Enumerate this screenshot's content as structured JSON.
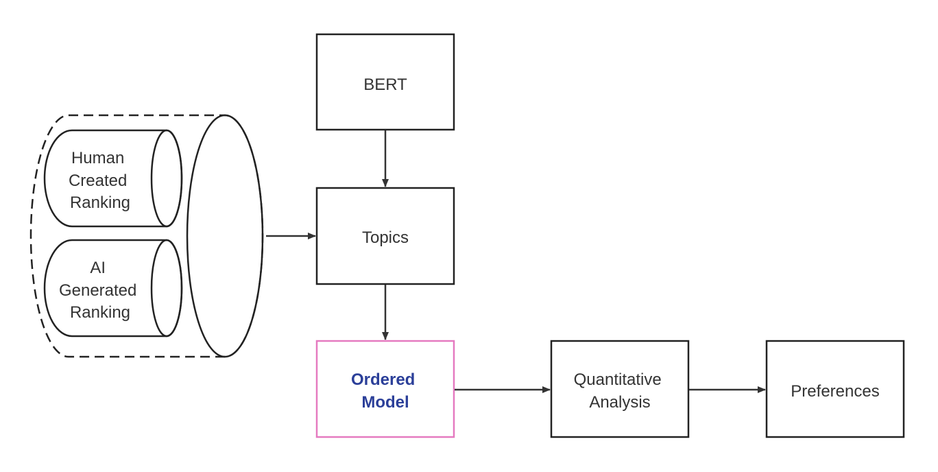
{
  "colors": {
    "stroke": "#222222",
    "text": "#333333",
    "highlight_border": "#e57ac0",
    "highlight_text": "#2b3f99",
    "background": "#ffffff"
  },
  "nodes": {
    "bert": {
      "lines": [
        "BERT"
      ]
    },
    "topics": {
      "lines": [
        "Topics"
      ]
    },
    "ordered_model": {
      "lines": [
        "Ordered",
        "Model"
      ]
    },
    "quantitative_analysis": {
      "lines": [
        "Quantitative",
        "Analysis"
      ]
    },
    "preferences": {
      "lines": [
        "Preferences"
      ]
    },
    "human_ranking": {
      "lines": [
        "Human",
        "Created",
        "Ranking"
      ]
    },
    "ai_ranking": {
      "lines": [
        "AI",
        "Generated",
        "Ranking"
      ]
    }
  },
  "edges": [
    {
      "from": "bert",
      "to": "topics"
    },
    {
      "from": "data_store",
      "to": "topics"
    },
    {
      "from": "topics",
      "to": "ordered_model"
    },
    {
      "from": "ordered_model",
      "to": "quantitative_analysis"
    },
    {
      "from": "quantitative_analysis",
      "to": "preferences"
    }
  ]
}
